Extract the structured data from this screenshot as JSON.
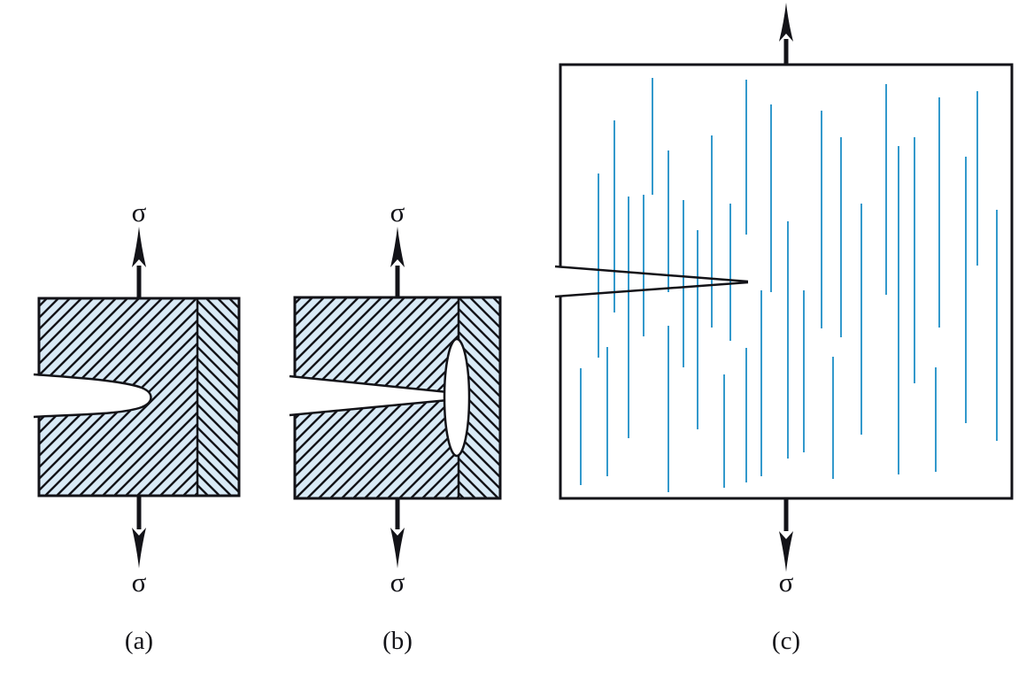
{
  "figure": {
    "colors": {
      "ink": "#131318",
      "material_fill": "#d9eaf6",
      "fibril": "#3399cc",
      "background": "#ffffff",
      "void_fill": "#ffffff"
    },
    "panels": [
      {
        "caption": "(a)",
        "sigma_top": "σ",
        "sigma_bottom": "σ"
      },
      {
        "caption": "(b)",
        "sigma_top": "σ",
        "sigma_bottom": "σ"
      },
      {
        "caption": "(c)",
        "sigma_bottom": "σ"
      }
    ],
    "fibrils": [
      [
        656,
        416,
        548
      ],
      [
        676,
        196,
        404
      ],
      [
        686,
        392,
        538
      ],
      [
        694,
        136,
        353
      ],
      [
        710,
        222,
        495
      ],
      [
        727,
        220,
        380
      ],
      [
        737,
        88,
        220
      ],
      [
        755,
        170,
        330
      ],
      [
        755,
        368,
        556
      ],
      [
        772,
        226,
        415
      ],
      [
        788,
        260,
        485
      ],
      [
        804,
        153,
        370
      ],
      [
        818,
        423,
        551
      ],
      [
        825,
        230,
        385
      ],
      [
        843,
        90,
        265
      ],
      [
        843,
        393,
        545
      ],
      [
        860,
        328,
        538
      ],
      [
        871,
        118,
        330
      ],
      [
        890,
        250,
        518
      ],
      [
        908,
        328,
        511
      ],
      [
        928,
        125,
        371
      ],
      [
        941,
        403,
        541
      ],
      [
        950,
        155,
        381
      ],
      [
        973,
        230,
        491
      ],
      [
        1001,
        95,
        333
      ],
      [
        1015,
        165,
        536
      ],
      [
        1033,
        155,
        433
      ],
      [
        1057,
        415,
        533
      ],
      [
        1061,
        110,
        370
      ],
      [
        1091,
        177,
        478
      ],
      [
        1104,
        103,
        300
      ],
      [
        1126,
        237,
        498
      ]
    ]
  }
}
